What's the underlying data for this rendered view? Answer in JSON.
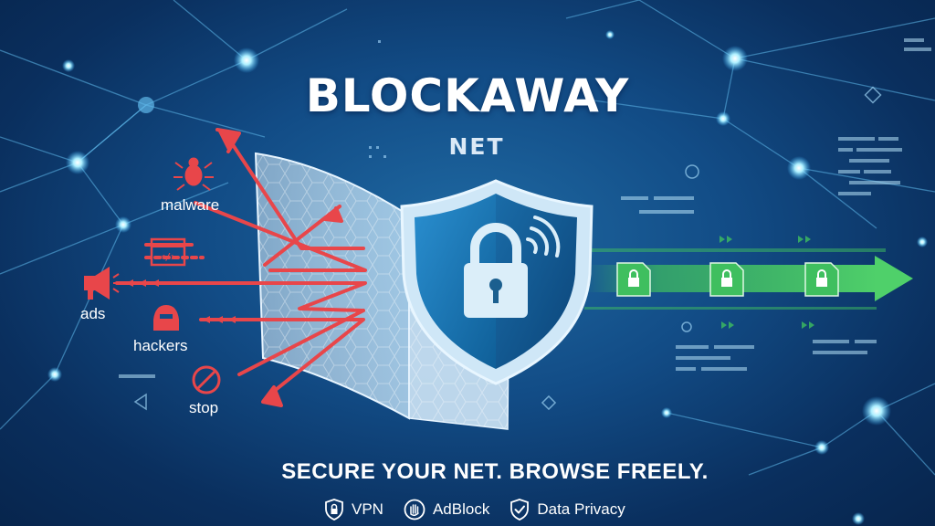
{
  "brand": {
    "title": "BLOCKAWAY",
    "subtitle": "NET"
  },
  "threats": [
    {
      "label": "malware",
      "icon": "bug-icon"
    },
    {
      "label": "ads",
      "icon": "megaphone-icon"
    },
    {
      "label": "hackers",
      "icon": "hacker-icon"
    },
    {
      "label": "stop",
      "icon": "stop-icon"
    }
  ],
  "tagline": "SECURE YOUR NET. BROWSE FREELY.",
  "features": [
    {
      "label": "VPN",
      "icon": "shield-lock-icon"
    },
    {
      "label": "AdBlock",
      "icon": "hand-stop-icon"
    },
    {
      "label": "Data Privacy",
      "icon": "shield-check-icon"
    }
  ],
  "colors": {
    "background": "#124c86",
    "threat": "#e8464a",
    "safe": "#3fbf5f",
    "shield_blue": "#1b78b8",
    "node_glow": "#9fe6ff"
  }
}
